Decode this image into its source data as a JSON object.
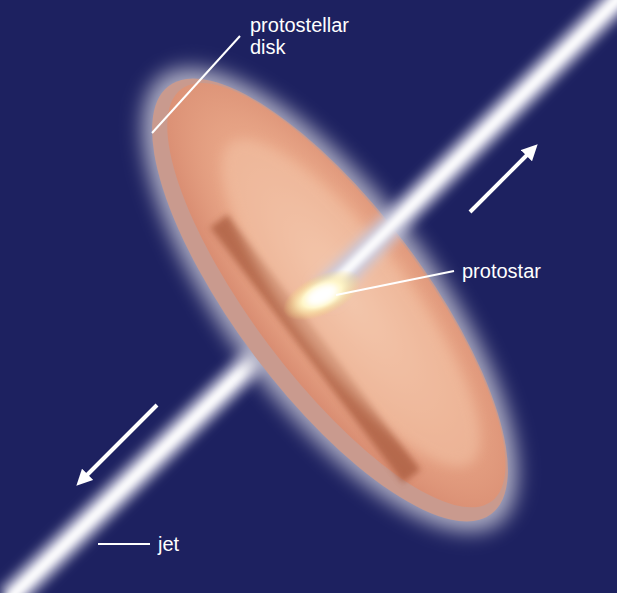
{
  "diagram": {
    "labels": [
      "protostellar disk",
      "protostar",
      "jet"
    ]
  }
}
